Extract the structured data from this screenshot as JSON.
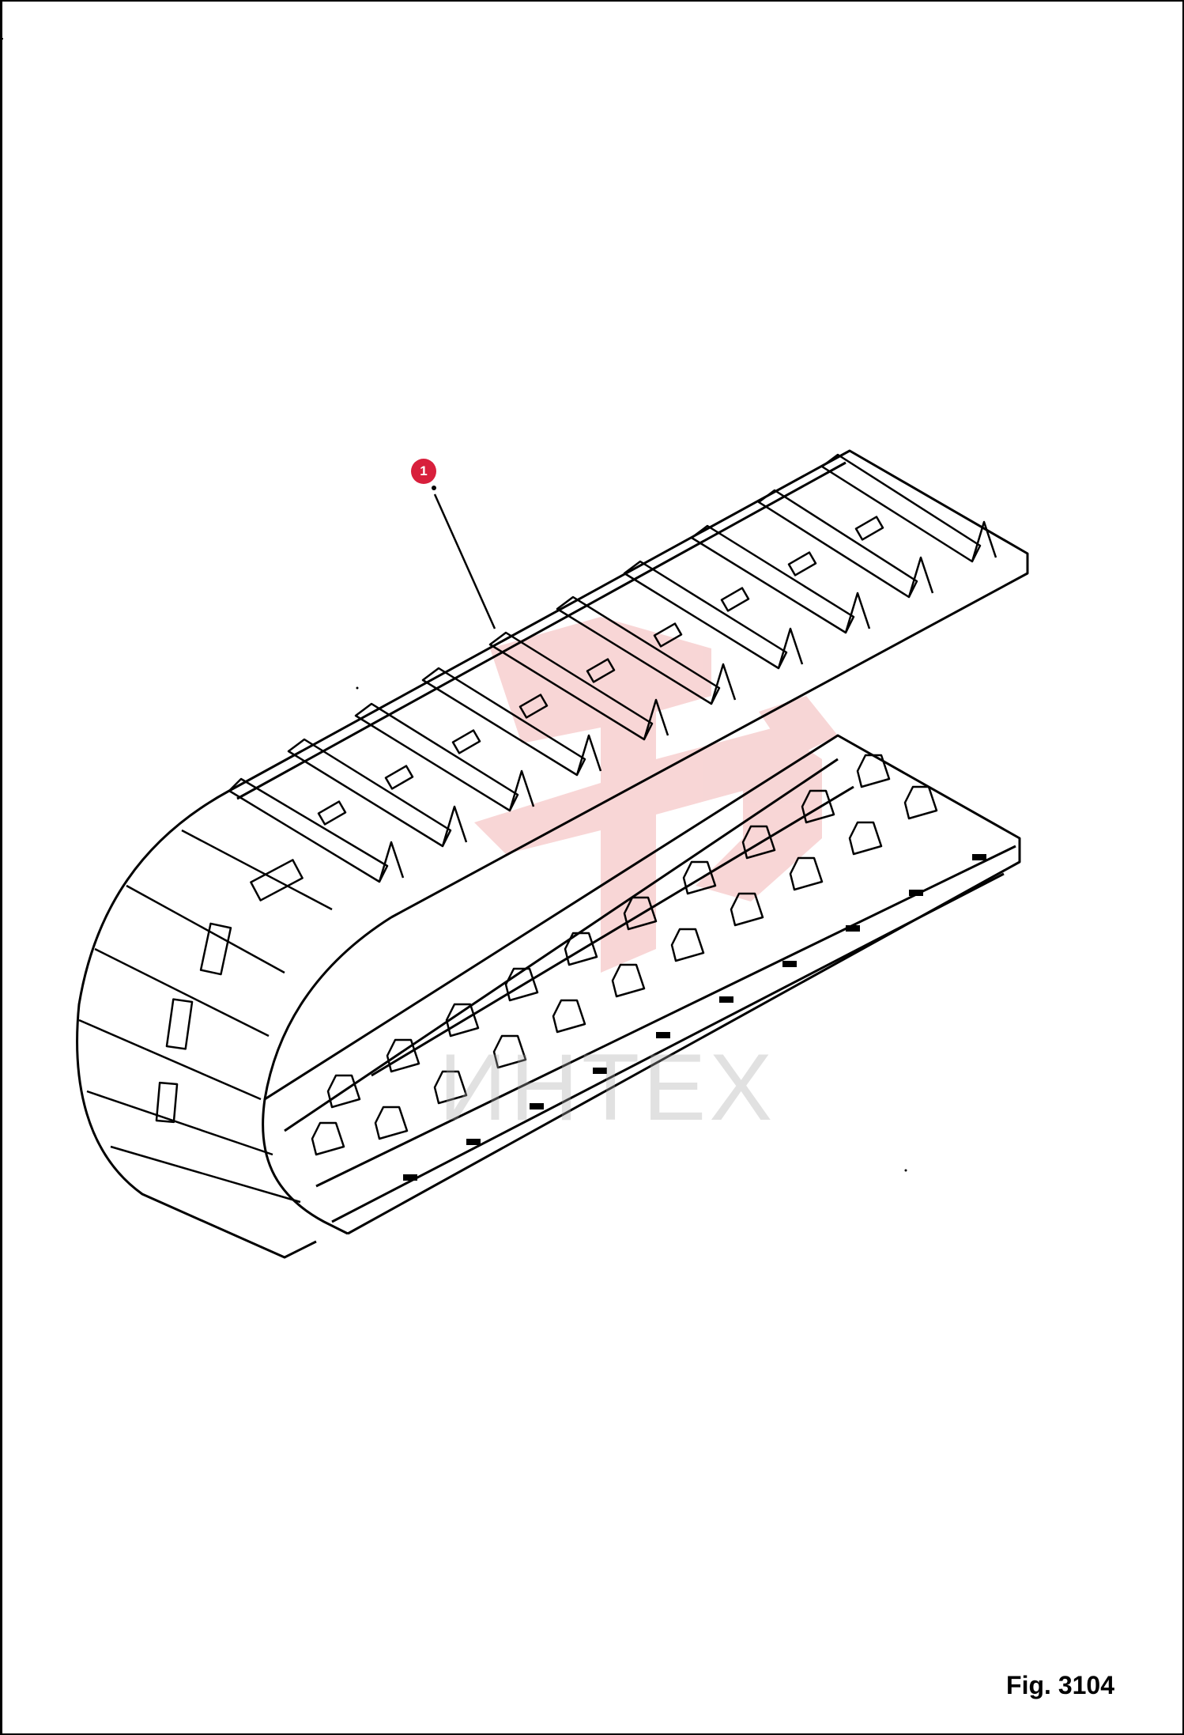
{
  "figure": {
    "label": "Fig. 3104"
  },
  "callouts": [
    {
      "number": "1"
    }
  ],
  "watermark": {
    "text": "ИНТЕХ"
  },
  "colors": {
    "callout": "#d81f3c",
    "watermark_logo": "#f2b5b5",
    "line": "#000000"
  }
}
